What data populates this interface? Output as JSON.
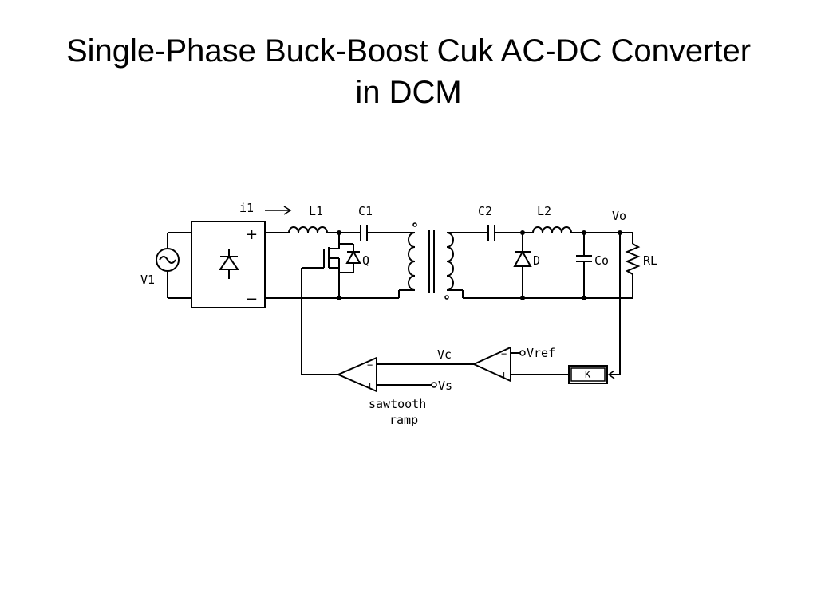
{
  "title": {
    "line1": "Single-Phase Buck-Boost Cuk AC-DC Converter",
    "line2": "in DCM"
  },
  "labels": {
    "i1": "i1",
    "L1": "L1",
    "C1": "C1",
    "C2": "C2",
    "L2": "L2",
    "Vo": "Vo",
    "V1": "V1",
    "Q": "Q",
    "D": "D",
    "Co": "Co",
    "RL": "RL",
    "plus": "+",
    "minus": "−",
    "Vc": "Vc",
    "Vref": "Vref",
    "Vs": "Vs",
    "K": "K",
    "sawtooth": "sawtooth",
    "ramp": "ramp"
  }
}
